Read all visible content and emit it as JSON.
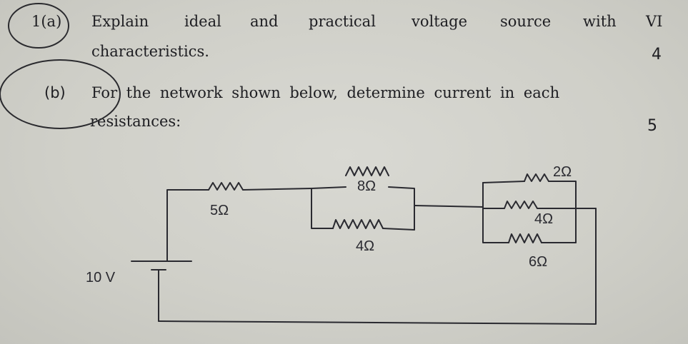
{
  "question_1a": {
    "number": "1(a)",
    "words_line1": [
      "Explain",
      "ideal",
      "and",
      "practical",
      "voltage",
      "source",
      "with",
      "VI"
    ],
    "line2": "characteristics.",
    "marks": "4"
  },
  "question_1b": {
    "number": "(b)",
    "line1": "For the network shown below, determine current in each",
    "line2": "resistances:",
    "marks": "5"
  },
  "circuit": {
    "source_label": "10 V",
    "resistors": {
      "r5": "5Ω",
      "r8": "8Ω",
      "r4a": "4Ω",
      "r2": "2Ω",
      "r4b": "4Ω",
      "r6": "6Ω"
    }
  }
}
